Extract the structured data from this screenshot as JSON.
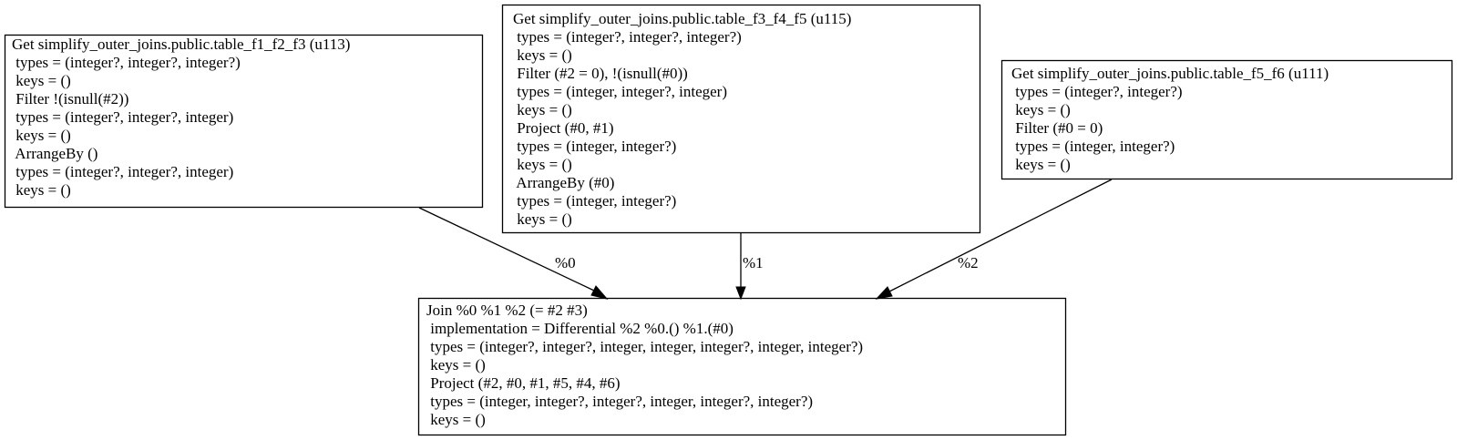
{
  "nodes": {
    "table_f1_f2_f3": {
      "lines": [
        "Get simplify_outer_joins.public.table_f1_f2_f3 (u113)",
        " types = (integer?, integer?, integer?)",
        " keys = ()",
        " Filter !(isnull(#2))",
        " types = (integer?, integer?, integer)",
        " keys = ()",
        " ArrangeBy ()",
        " types = (integer?, integer?, integer)",
        " keys = ()"
      ]
    },
    "table_f3_f4_f5": {
      "lines": [
        "Get simplify_outer_joins.public.table_f3_f4_f5 (u115)",
        " types = (integer?, integer?, integer?)",
        " keys = ()",
        " Filter (#2 = 0), !(isnull(#0))",
        " types = (integer, integer?, integer)",
        " keys = ()",
        " Project (#0, #1)",
        " types = (integer, integer?)",
        " keys = ()",
        " ArrangeBy (#0)",
        " types = (integer, integer?)",
        " keys = ()"
      ]
    },
    "table_f5_f6": {
      "lines": [
        "Get simplify_outer_joins.public.table_f5_f6 (u111)",
        " types = (integer?, integer?)",
        " keys = ()",
        " Filter (#0 = 0)",
        " types = (integer, integer?)",
        " keys = ()"
      ]
    },
    "join": {
      "lines": [
        "Join %0 %1 %2 (= #2 #3)",
        " implementation = Differential %2 %0.() %1.(#0)",
        " types = (integer?, integer?, integer, integer, integer?, integer, integer?)",
        " keys = ()",
        " Project (#2, #0, #1, #5, #4, #6)",
        " types = (integer, integer?, integer?, integer, integer?, integer?)",
        " keys = ()"
      ]
    }
  },
  "edges": [
    {
      "from": "table_f1_f2_f3",
      "to": "join",
      "label": "%0"
    },
    {
      "from": "table_f3_f4_f5",
      "to": "join",
      "label": "%1"
    },
    {
      "from": "table_f5_f6",
      "to": "join",
      "label": "%2"
    }
  ]
}
